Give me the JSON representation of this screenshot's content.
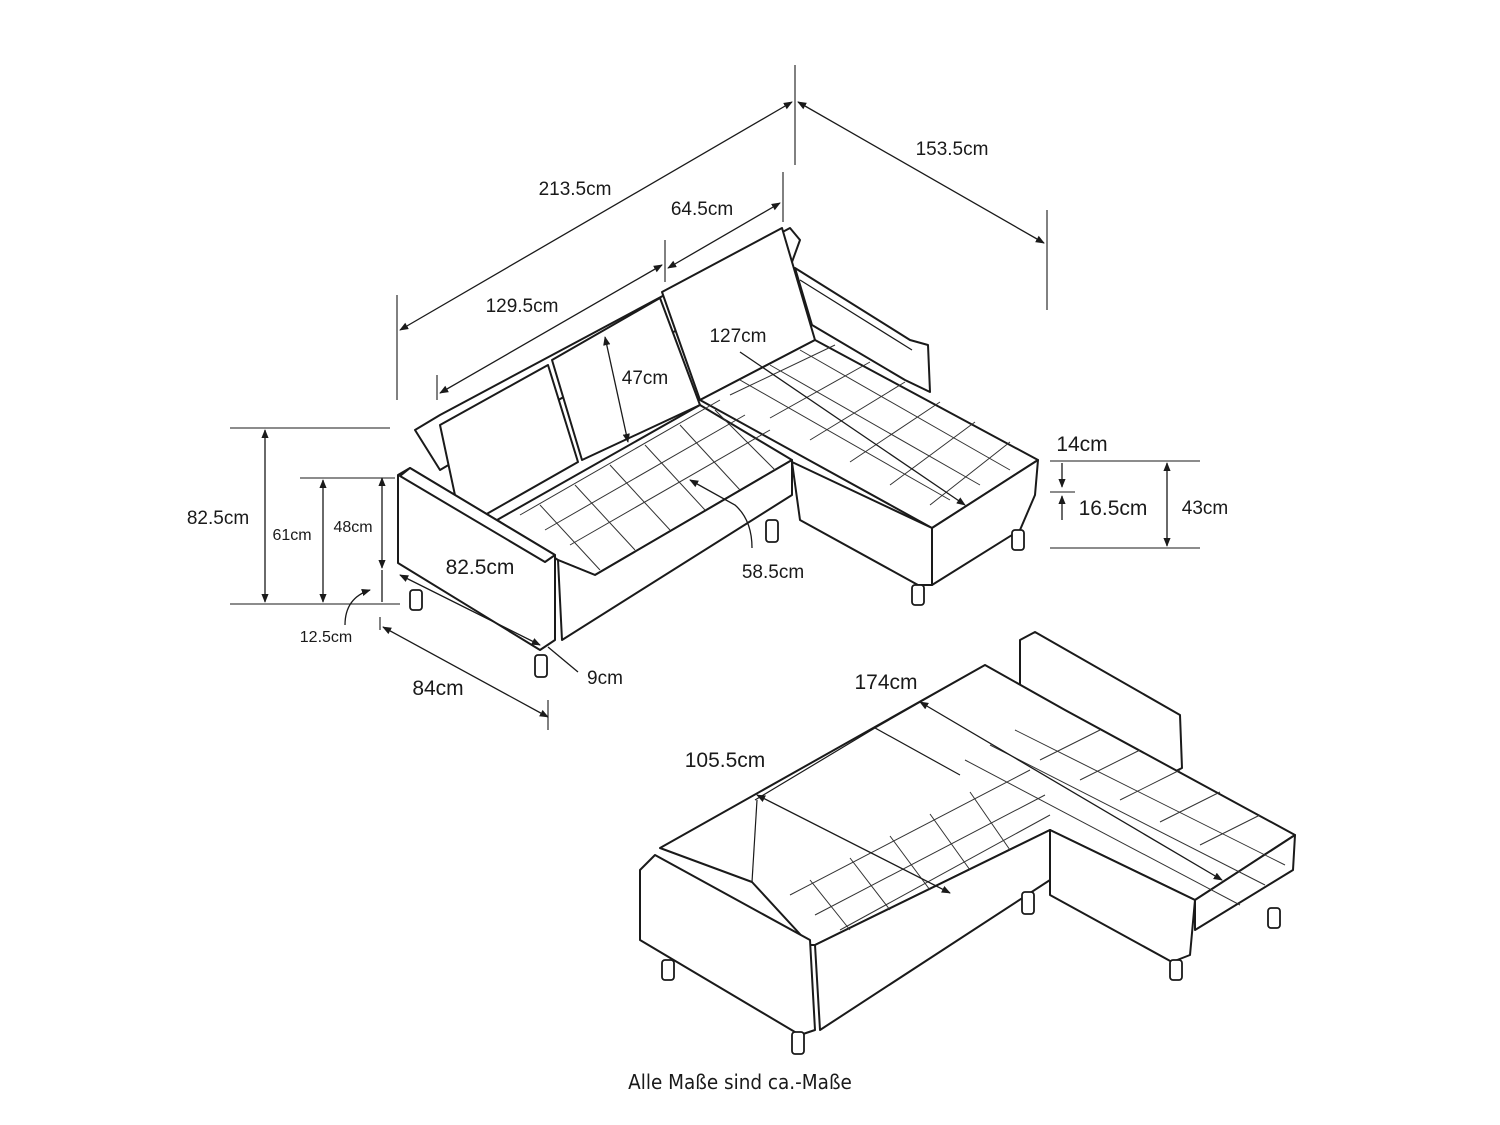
{
  "dimensions": {
    "total_width": "213.5cm",
    "chaise_depth": "153.5cm",
    "chaise_seat_width": "64.5cm",
    "sofa_seat_width": "129.5cm",
    "chaise_seat_length": "127cm",
    "backrest_height": "47cm",
    "total_height": "82.5cm",
    "armrest_height": "61cm",
    "seat_height": "48cm",
    "leg_height": "12.5cm",
    "depth_label": "82.5cm",
    "seat_depth": "58.5cm",
    "armrest_width": "9cm",
    "total_depth": "84cm",
    "cushion_thickness": "14cm",
    "frame_height": "16.5cm",
    "chaise_height": "43cm",
    "bed_length": "174cm",
    "bed_width": "105.5cm"
  },
  "footnote": "Alle Maße sind ca.-Maße"
}
